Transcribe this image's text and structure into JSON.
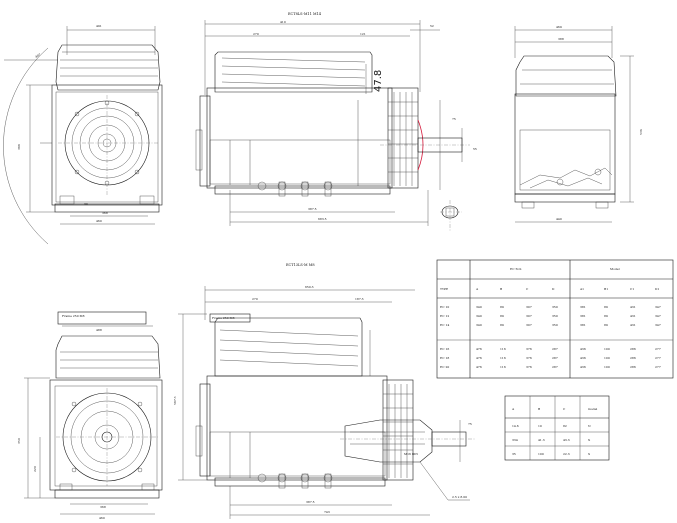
{
  "drawing": {
    "title_top": "ECT8LS-M11 M14",
    "title_bottom": "ECT13LS-M M8",
    "top_front": {
      "w_top": "491",
      "radius": "407",
      "h_left": "388",
      "foot_a": "30",
      "foot_b": "368",
      "foot_c": "460"
    },
    "top_side": {
      "len_total": "410",
      "len_a": "270",
      "len_b": "121",
      "gap": "52",
      "big_label": "47.8",
      "len_c": "387.5",
      "len_d": "683.5",
      "h1": "75",
      "h2": "55"
    },
    "top_end": {
      "w1": "469",
      "w2": "388",
      "h": "536",
      "foot": "440"
    },
    "bottom_front": {
      "w_top": "488",
      "plate": "Frame 250 M8",
      "h_left": "350",
      "h_mid": "220",
      "foot_a": "368",
      "foot_b": "460"
    },
    "bottom_side": {
      "len_total": "650.3",
      "len_a": "270",
      "len_b": "187.3",
      "plate": "Frame 250 M8",
      "h": "587.3",
      "len_c": "387.5",
      "len_d": "743",
      "vert": "75",
      "thread": "M16 DIN",
      "flange": "2.5 x 8.00"
    }
  },
  "table_main": {
    "group_a": "EC 5LS",
    "group_b": "Model",
    "headers": [
      "TYPE",
      "A",
      "B",
      "C",
      "D",
      "A1",
      "B1",
      "C1",
      "D1"
    ],
    "rows": [
      [
        "EC 10",
        "340",
        "89",
        "307",
        "350",
        "381",
        "89",
        "431",
        "347"
      ],
      [
        "EC 12",
        "340",
        "89",
        "307",
        "350",
        "381",
        "89",
        "431",
        "347"
      ],
      [
        "EC 14",
        "340",
        "89",
        "307",
        "350",
        "381",
        "89",
        "431",
        "347"
      ],
      [
        "EC 16",
        "476",
        "116",
        "376",
        "287",
        "436",
        "100",
        "286",
        "277"
      ],
      [
        "EC 18",
        "476",
        "116",
        "376",
        "287",
        "436",
        "100",
        "286",
        "277"
      ],
      [
        "EC 20",
        "476",
        "116",
        "376",
        "287",
        "436",
        "100",
        "286",
        "277"
      ]
    ]
  },
  "table_small": {
    "headers": [
      "A",
      "B",
      "C",
      "model"
    ],
    "rows": [
      [
        "14.6",
        "10",
        "82",
        "N"
      ],
      [
        "334",
        "41.3",
        "43.3",
        "X"
      ],
      [
        "35",
        "100",
        "22.3",
        "S"
      ]
    ]
  }
}
